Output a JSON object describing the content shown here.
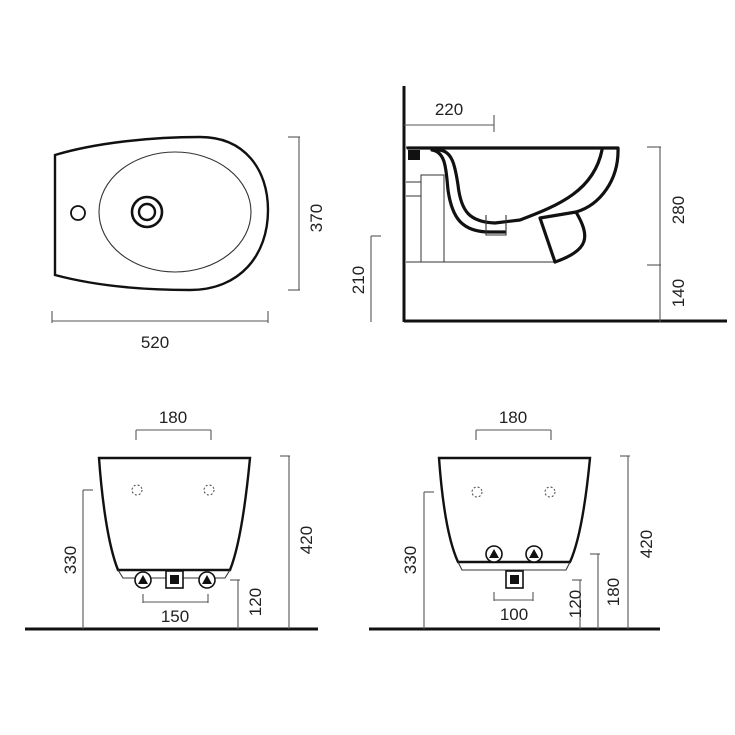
{
  "top_view": {
    "width_label": "520",
    "depth_label": "370"
  },
  "side_view": {
    "projection_label": "220",
    "bowl_height_label": "280",
    "floor_clearance_label": "140",
    "inlet_height_label": "210"
  },
  "rear_view_left": {
    "fixing_spacing_label": "180",
    "total_height_label": "420",
    "fixing_height_label": "330",
    "outlet_height_label": "120",
    "connection_spacing_label": "150"
  },
  "rear_view_right": {
    "fixing_spacing_label": "180",
    "total_height_label": "420",
    "fixing_height_label": "330",
    "outlet_height_label": "120",
    "inlet_height_label": "180",
    "connection_spacing_label": "100"
  },
  "colors": {
    "line": "#111111",
    "dimension": "#555555",
    "background": "#ffffff"
  }
}
